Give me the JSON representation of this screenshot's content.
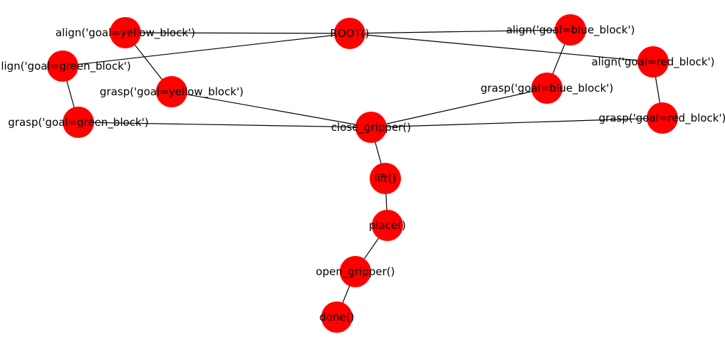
{
  "graph": {
    "node_color": "#ff0000",
    "edge_color": "#000000",
    "label_color": "#000000",
    "nodes": [
      {
        "id": "root",
        "label": "ROOT()"
      },
      {
        "id": "align_yellow",
        "label": "align('goal=yellow_block')"
      },
      {
        "id": "align_blue",
        "label": "align('goal=blue_block')"
      },
      {
        "id": "align_green",
        "label": "align('goal=green_block')"
      },
      {
        "id": "align_red",
        "label": "align('goal=red_block')"
      },
      {
        "id": "grasp_yellow",
        "label": "grasp('goal=yellow_block')"
      },
      {
        "id": "grasp_blue",
        "label": "grasp('goal=blue_block')"
      },
      {
        "id": "grasp_green",
        "label": "grasp('goal=green_block')"
      },
      {
        "id": "grasp_red",
        "label": "grasp('goal=red_block')"
      },
      {
        "id": "close_gripper",
        "label": "close_gripper()"
      },
      {
        "id": "lift",
        "label": "lift()"
      },
      {
        "id": "place",
        "label": "place()"
      },
      {
        "id": "open_gripper",
        "label": "open_gripper()"
      },
      {
        "id": "done",
        "label": "done()"
      }
    ],
    "edges": [
      [
        "root",
        "align_yellow"
      ],
      [
        "root",
        "align_blue"
      ],
      [
        "root",
        "align_green"
      ],
      [
        "root",
        "align_red"
      ],
      [
        "align_yellow",
        "grasp_yellow"
      ],
      [
        "align_blue",
        "grasp_blue"
      ],
      [
        "align_green",
        "grasp_green"
      ],
      [
        "align_red",
        "grasp_red"
      ],
      [
        "grasp_yellow",
        "close_gripper"
      ],
      [
        "grasp_blue",
        "close_gripper"
      ],
      [
        "grasp_green",
        "close_gripper"
      ],
      [
        "grasp_red",
        "close_gripper"
      ],
      [
        "close_gripper",
        "lift"
      ],
      [
        "lift",
        "place"
      ],
      [
        "place",
        "open_gripper"
      ],
      [
        "open_gripper",
        "done"
      ]
    ]
  }
}
